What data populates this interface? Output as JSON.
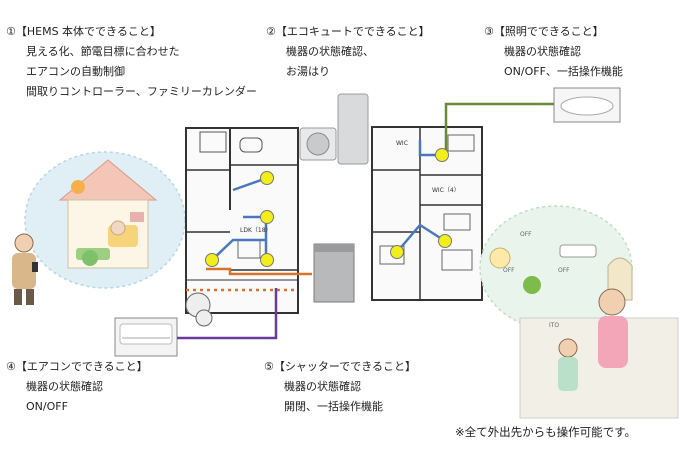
{
  "sections": [
    {
      "title": "①【HEMS 本体でできること】",
      "lines": [
        "見える化、節電目標に合わせた",
        "エアコンの自動制御",
        "間取りコントローラー、ファミリーカレンダー"
      ]
    },
    {
      "title": "②【エコキュートでできること】",
      "lines": [
        "機器の状態確認、",
        "お湯はり"
      ]
    },
    {
      "title": "③【照明でできること】",
      "lines": [
        "機器の状態確認",
        "ON/OFF、一括操作機能"
      ]
    },
    {
      "title": "④【エアコンでできること】",
      "lines": [
        "機器の状態確認",
        "ON/OFF"
      ]
    },
    {
      "title": "⑤【シャッターでできること】",
      "lines": [
        "機器の状態確認",
        "開閉、一括操作機能"
      ]
    }
  ],
  "floorplan_labels": {
    "ldk": "LDK（18）",
    "wic_top": "WIC",
    "wic_mid": "WIC（4）"
  },
  "illustration_labels": {
    "off_a": "OFF",
    "off_b": "OFF",
    "off_c": "OFF",
    "door": "ITO"
  },
  "footer_note": "※全て外出先からも操作可能です。",
  "colors": {
    "device_dot": "#f2ee1c",
    "blue_line": "#4a78c0",
    "orange_line": "#d9722a",
    "green_line": "#6a8a3a",
    "purple_line": "#6a3c9a"
  }
}
